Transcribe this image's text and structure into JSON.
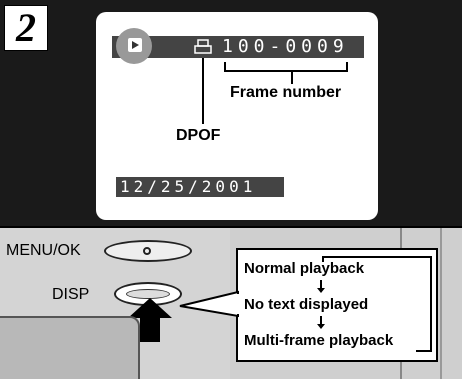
{
  "step_number": "2",
  "screen": {
    "frame_number": "100-0009",
    "date": "12/25/2001",
    "labels": {
      "frame_number": "Frame number",
      "dpof": "DPOF"
    },
    "icons": [
      "play-icon",
      "print-dpof-icon"
    ]
  },
  "camera": {
    "menu_ok_label": "MENU/OK",
    "disp_label": "DISP"
  },
  "display_modes": [
    "Normal playback",
    "No text displayed",
    "Multi-frame playback"
  ],
  "colors": {
    "background": "#1a1a1a",
    "lcd_bar": "#444444",
    "camera_body": "#d4d4d4"
  }
}
